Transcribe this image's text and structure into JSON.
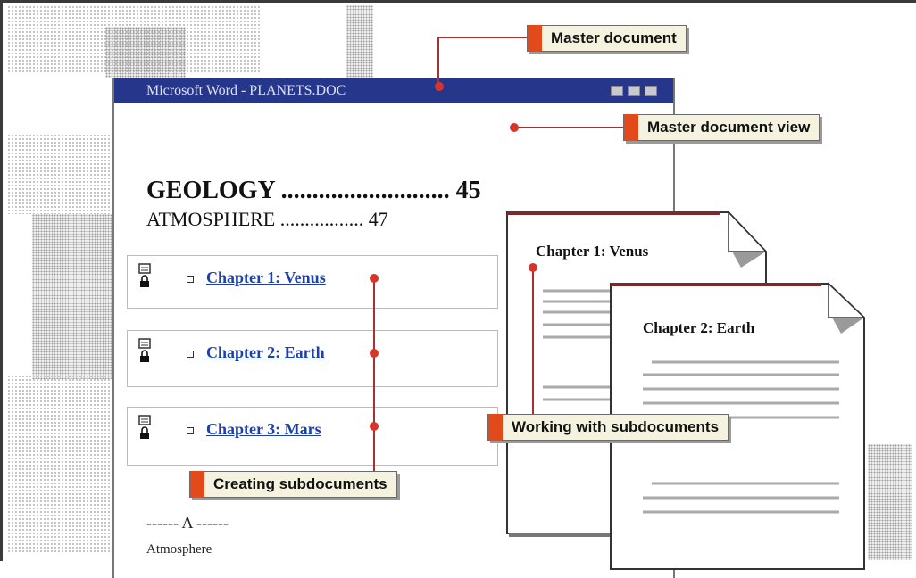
{
  "window": {
    "title": "Microsoft Word - PLANETS.DOC"
  },
  "document": {
    "toc": [
      {
        "text": "GEOLOGY ........................... 45"
      },
      {
        "text": "ATMOSPHERE ................. 47"
      }
    ],
    "subdocuments": [
      {
        "label": "Chapter 1: Venus"
      },
      {
        "label": "Chapter 2: Earth"
      },
      {
        "label": "Chapter 3: Mars"
      }
    ],
    "index_heading": "------ A ------",
    "index_entry": "Atmosphere"
  },
  "pages": [
    {
      "title": "Chapter 1: Venus"
    },
    {
      "title": "Chapter 2: Earth"
    }
  ],
  "callouts": {
    "master_document": "Master document",
    "master_document_view": "Master document view",
    "working_with_subdocuments": "Working with subdocuments",
    "creating_subdocuments": "Creating subdocuments"
  },
  "colors": {
    "titlebar": "#26368a",
    "leader_line": "#a83232",
    "callout_tab": "#e24a1c",
    "callout_bg": "#f5f2df",
    "link": "#1d3fa8"
  }
}
